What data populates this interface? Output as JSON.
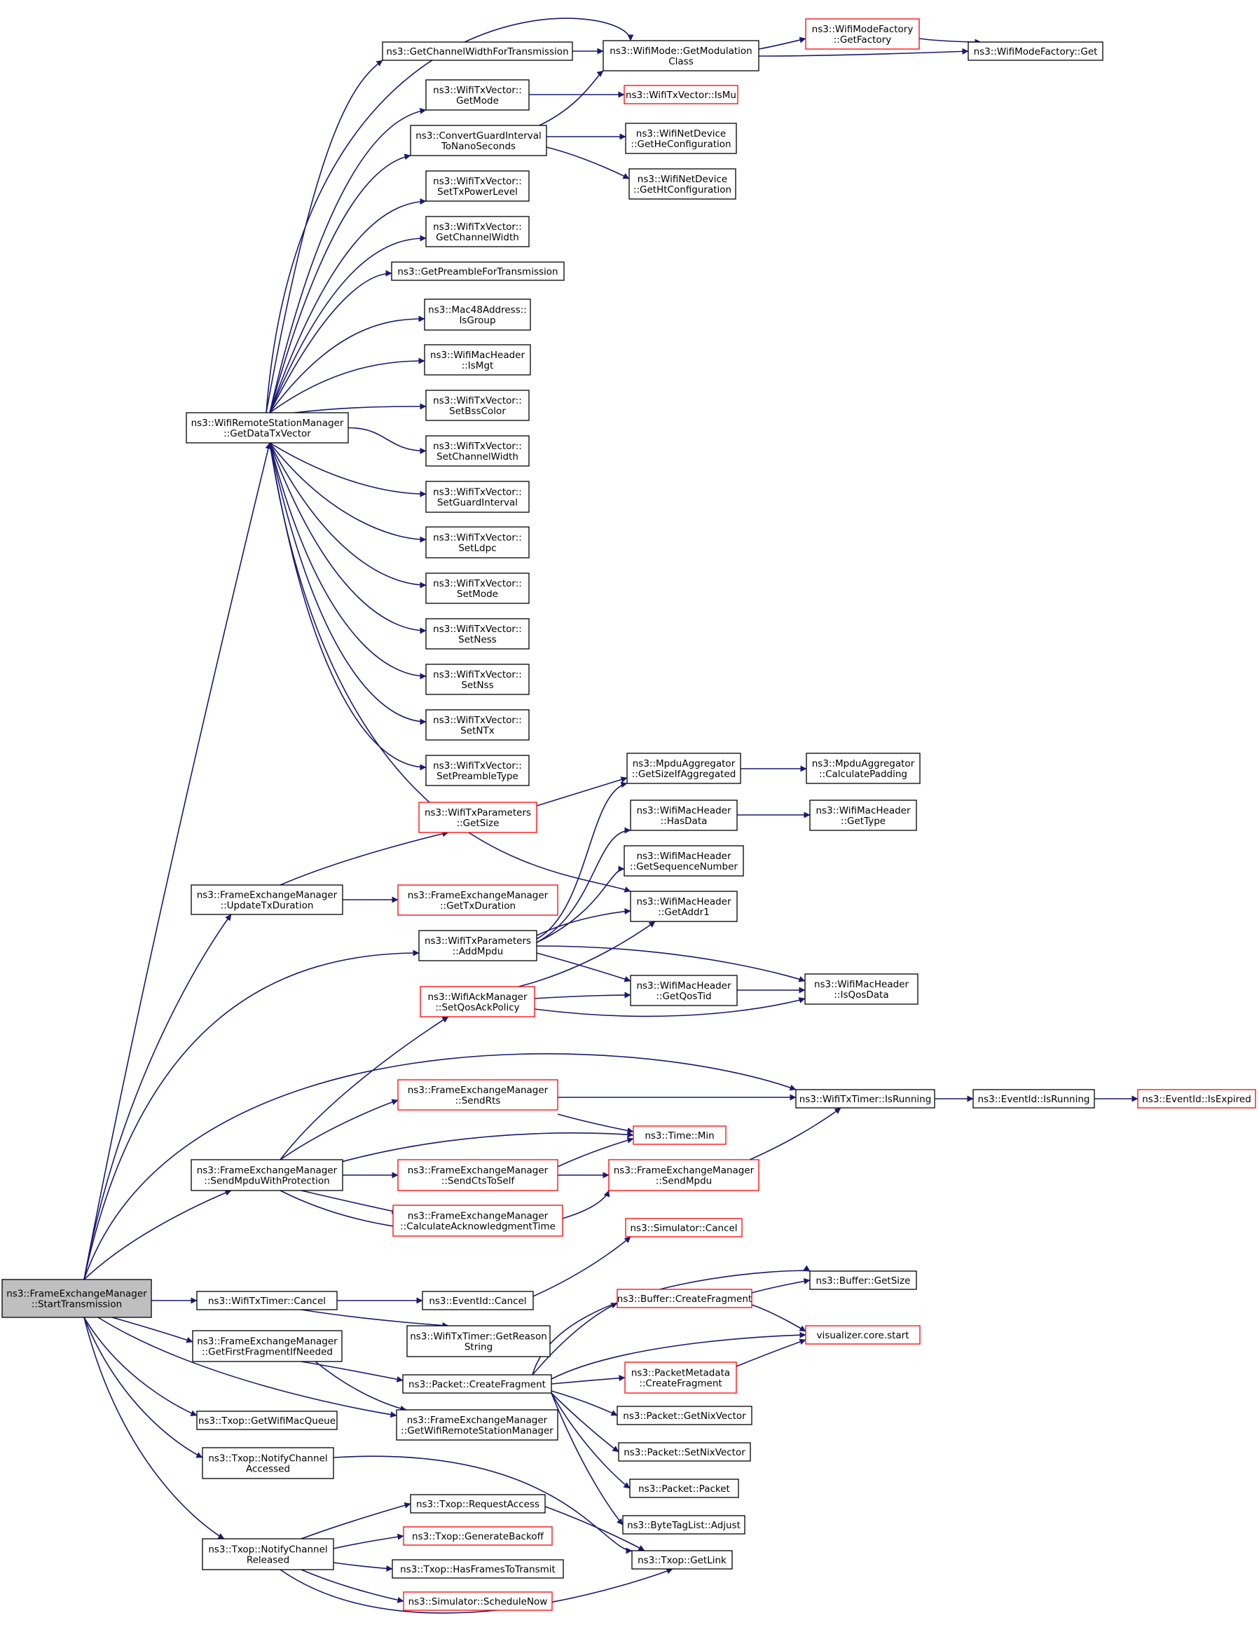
{
  "graph": {
    "edge_color": "#191970",
    "node_border_color": "#000000",
    "link_border_color": "#ff0000",
    "root_fill_color": "#bfbfbf",
    "nodes": [
      {
        "id": "root",
        "lines": [
          "ns3::FrameExchangeManager",
          "::StartTransmission"
        ],
        "style": "root"
      },
      {
        "id": "gdtv",
        "lines": [
          "ns3::WifiRemoteStationManager",
          "::GetDataTxVector"
        ]
      },
      {
        "id": "utd",
        "lines": [
          "ns3::FrameExchangeManager",
          "::UpdateTxDuration"
        ]
      },
      {
        "id": "smwp",
        "lines": [
          "ns3::FrameExchangeManager",
          "::SendMpduWithProtection"
        ]
      },
      {
        "id": "wtcancel",
        "lines": [
          "ns3::WifiTxTimer::Cancel"
        ]
      },
      {
        "id": "gffin",
        "lines": [
          "ns3::FrameExchangeManager",
          "::GetFirstFragmentIfNeeded"
        ]
      },
      {
        "id": "gwmq",
        "lines": [
          "ns3::Txop::GetWifiMacQueue"
        ]
      },
      {
        "id": "nca",
        "lines": [
          "ns3::Txop::NotifyChannel",
          "Accessed"
        ]
      },
      {
        "id": "ncr",
        "lines": [
          "ns3::Txop::NotifyChannel",
          "Released"
        ]
      },
      {
        "id": "gcwft",
        "lines": [
          "ns3::GetChannelWidthForTransmission"
        ]
      },
      {
        "id": "tvgm",
        "lines": [
          "ns3::WifiTxVector::",
          "GetMode"
        ]
      },
      {
        "id": "cgi",
        "lines": [
          "ns3::ConvertGuardInterval",
          "ToNanoSeconds"
        ]
      },
      {
        "id": "stpl",
        "lines": [
          "ns3::WifiTxVector::",
          "SetTxPowerLevel"
        ]
      },
      {
        "id": "gcw",
        "lines": [
          "ns3::WifiTxVector::",
          "GetChannelWidth"
        ]
      },
      {
        "id": "gpft",
        "lines": [
          "ns3::GetPreambleForTransmission"
        ]
      },
      {
        "id": "isg",
        "lines": [
          "ns3::Mac48Address::",
          "IsGroup"
        ]
      },
      {
        "id": "ismgt",
        "lines": [
          "ns3::WifiMacHeader",
          "::IsMgt"
        ]
      },
      {
        "id": "sbss",
        "lines": [
          "ns3::WifiTxVector::",
          "SetBssColor"
        ]
      },
      {
        "id": "scw",
        "lines": [
          "ns3::WifiTxVector::",
          "SetChannelWidth"
        ]
      },
      {
        "id": "sgi",
        "lines": [
          "ns3::WifiTxVector::",
          "SetGuardInterval"
        ]
      },
      {
        "id": "sldpc",
        "lines": [
          "ns3::WifiTxVector::",
          "SetLdpc"
        ]
      },
      {
        "id": "smode",
        "lines": [
          "ns3::WifiTxVector::",
          "SetMode"
        ]
      },
      {
        "id": "sness",
        "lines": [
          "ns3::WifiTxVector::",
          "SetNess"
        ]
      },
      {
        "id": "snss",
        "lines": [
          "ns3::WifiTxVector::",
          "SetNss"
        ]
      },
      {
        "id": "sntx",
        "lines": [
          "ns3::WifiTxVector::",
          "SetNTx"
        ]
      },
      {
        "id": "spt",
        "lines": [
          "ns3::WifiTxVector::",
          "SetPreambleType"
        ]
      },
      {
        "id": "wtpgs",
        "lines": [
          "ns3::WifiTxParameters",
          "::GetSize"
        ],
        "style": "red"
      },
      {
        "id": "gtxd",
        "lines": [
          "ns3::FrameExchangeManager",
          "::GetTxDuration"
        ],
        "style": "red"
      },
      {
        "id": "addmpdu",
        "lines": [
          "ns3::WifiTxParameters",
          "::AddMpdu"
        ]
      },
      {
        "id": "sqap",
        "lines": [
          "ns3::WifiAckManager",
          "::SetQosAckPolicy"
        ],
        "style": "red"
      },
      {
        "id": "sendrts",
        "lines": [
          "ns3::FrameExchangeManager",
          "::SendRts"
        ],
        "style": "red"
      },
      {
        "id": "scts",
        "lines": [
          "ns3::FrameExchangeManager",
          "::SendCtsToSelf"
        ],
        "style": "red"
      },
      {
        "id": "cat",
        "lines": [
          "ns3::FrameExchangeManager",
          "::CalculateAcknowledgmentTime"
        ],
        "style": "red"
      },
      {
        "id": "ecancel",
        "lines": [
          "ns3::EventId::Cancel"
        ]
      },
      {
        "id": "wtgrs",
        "lines": [
          "ns3::WifiTxTimer::GetReason",
          "String"
        ]
      },
      {
        "id": "pcf",
        "lines": [
          "ns3::Packet::CreateFragment"
        ]
      },
      {
        "id": "gwrsm",
        "lines": [
          "ns3::FrameExchangeManager",
          "::GetWifiRemoteStationManager"
        ]
      },
      {
        "id": "ra",
        "lines": [
          "ns3::Txop::RequestAccess"
        ]
      },
      {
        "id": "gb",
        "lines": [
          "ns3::Txop::GenerateBackoff"
        ],
        "style": "red"
      },
      {
        "id": "hftt",
        "lines": [
          "ns3::Txop::HasFramesToTransmit"
        ]
      },
      {
        "id": "sn",
        "lines": [
          "ns3::Simulator::ScheduleNow"
        ],
        "style": "red"
      },
      {
        "id": "gmc",
        "lines": [
          "ns3::WifiMode::GetModulation",
          "Class"
        ]
      },
      {
        "id": "ismu",
        "lines": [
          "ns3::WifiTxVector::IsMu"
        ],
        "style": "red"
      },
      {
        "id": "ghec",
        "lines": [
          "ns3::WifiNetDevice",
          "::GetHeConfiguration"
        ]
      },
      {
        "id": "ghtc",
        "lines": [
          "ns3::WifiNetDevice",
          "::GetHtConfiguration"
        ]
      },
      {
        "id": "gsia",
        "lines": [
          "ns3::MpduAggregator",
          "::GetSizeIfAggregated"
        ]
      },
      {
        "id": "hasdata",
        "lines": [
          "ns3::WifiMacHeader",
          "::HasData"
        ]
      },
      {
        "id": "gsn",
        "lines": [
          "ns3::WifiMacHeader",
          "::GetSequenceNumber"
        ]
      },
      {
        "id": "ga1",
        "lines": [
          "ns3::WifiMacHeader",
          "::GetAddr1"
        ]
      },
      {
        "id": "gqt",
        "lines": [
          "ns3::WifiMacHeader",
          "::GetQosTid"
        ]
      },
      {
        "id": "wtir",
        "lines": [
          "ns3::WifiTxTimer::IsRunning"
        ]
      },
      {
        "id": "tmin",
        "lines": [
          "ns3::Time::Min"
        ],
        "style": "red"
      },
      {
        "id": "sendmpdu",
        "lines": [
          "ns3::FrameExchangeManager",
          "::SendMpdu"
        ],
        "style": "red"
      },
      {
        "id": "scancel",
        "lines": [
          "ns3::Simulator::Cancel"
        ],
        "style": "red"
      },
      {
        "id": "bcf",
        "lines": [
          "ns3::Buffer::CreateFragment"
        ],
        "style": "red"
      },
      {
        "id": "pmcf",
        "lines": [
          "ns3::PacketMetadata",
          "::CreateFragment"
        ],
        "style": "red"
      },
      {
        "id": "gnv",
        "lines": [
          "ns3::Packet::GetNixVector"
        ]
      },
      {
        "id": "snv",
        "lines": [
          "ns3::Packet::SetNixVector"
        ]
      },
      {
        "id": "pp",
        "lines": [
          "ns3::Packet::Packet"
        ]
      },
      {
        "id": "btla",
        "lines": [
          "ns3::ByteTagList::Adjust"
        ]
      },
      {
        "id": "glink",
        "lines": [
          "ns3::Txop::GetLink"
        ]
      },
      {
        "id": "wmfgf",
        "lines": [
          "ns3::WifiModeFactory",
          "::GetFactory"
        ],
        "style": "red"
      },
      {
        "id": "wmfg",
        "lines": [
          "ns3::WifiModeFactory::Get"
        ]
      },
      {
        "id": "cpad",
        "lines": [
          "ns3::MpduAggregator",
          "::CalculatePadding"
        ]
      },
      {
        "id": "gtype",
        "lines": [
          "ns3::WifiMacHeader",
          "::GetType"
        ]
      },
      {
        "id": "isqos",
        "lines": [
          "ns3::WifiMacHeader",
          "::IsQosData"
        ]
      },
      {
        "id": "eir",
        "lines": [
          "ns3::EventId::IsRunning"
        ]
      },
      {
        "id": "bgs",
        "lines": [
          "ns3::Buffer::GetSize"
        ]
      },
      {
        "id": "vcs",
        "lines": [
          "visualizer.core.start"
        ],
        "style": "red"
      },
      {
        "id": "eiexp",
        "lines": [
          "ns3::EventId::IsExpired"
        ],
        "style": "red"
      }
    ],
    "edges": [
      [
        "root",
        "gdtv"
      ],
      [
        "root",
        "utd"
      ],
      [
        "root",
        "addmpdu"
      ],
      [
        "root",
        "wtir"
      ],
      [
        "root",
        "smwp"
      ],
      [
        "root",
        "wtcancel"
      ],
      [
        "root",
        "gffin"
      ],
      [
        "root",
        "gwrsm"
      ],
      [
        "root",
        "gwmq"
      ],
      [
        "root",
        "nca"
      ],
      [
        "root",
        "ncr"
      ],
      [
        "gdtv",
        "gcwft"
      ],
      [
        "gdtv",
        "tvgm"
      ],
      [
        "gdtv",
        "cgi"
      ],
      [
        "gdtv",
        "stpl"
      ],
      [
        "gdtv",
        "gcw"
      ],
      [
        "gdtv",
        "gpft"
      ],
      [
        "gdtv",
        "isg"
      ],
      [
        "gdtv",
        "ismgt"
      ],
      [
        "gdtv",
        "sbss"
      ],
      [
        "gdtv",
        "scw"
      ],
      [
        "gdtv",
        "sgi"
      ],
      [
        "gdtv",
        "sldpc"
      ],
      [
        "gdtv",
        "smode"
      ],
      [
        "gdtv",
        "sness"
      ],
      [
        "gdtv",
        "snss"
      ],
      [
        "gdtv",
        "sntx"
      ],
      [
        "gdtv",
        "spt"
      ],
      [
        "gdtv",
        "gmc"
      ],
      [
        "gdtv",
        "ga1"
      ],
      [
        "gcwft",
        "gmc"
      ],
      [
        "tvgm",
        "ismu"
      ],
      [
        "cgi",
        "gmc"
      ],
      [
        "cgi",
        "ghec"
      ],
      [
        "cgi",
        "ghtc"
      ],
      [
        "gmc",
        "wmfgf"
      ],
      [
        "gmc",
        "wmfg"
      ],
      [
        "wmfgf",
        "wmfg"
      ],
      [
        "utd",
        "wtpgs"
      ],
      [
        "utd",
        "gtxd"
      ],
      [
        "wtpgs",
        "gsia"
      ],
      [
        "addmpdu",
        "gsia"
      ],
      [
        "addmpdu",
        "hasdata"
      ],
      [
        "addmpdu",
        "gsn"
      ],
      [
        "addmpdu",
        "ga1"
      ],
      [
        "addmpdu",
        "gqt"
      ],
      [
        "addmpdu",
        "isqos"
      ],
      [
        "gsia",
        "cpad"
      ],
      [
        "hasdata",
        "gtype"
      ],
      [
        "sqap",
        "ga1"
      ],
      [
        "sqap",
        "gqt"
      ],
      [
        "sqap",
        "isqos"
      ],
      [
        "gqt",
        "isqos"
      ],
      [
        "smwp",
        "sqap"
      ],
      [
        "smwp",
        "sendrts"
      ],
      [
        "smwp",
        "tmin"
      ],
      [
        "smwp",
        "scts"
      ],
      [
        "smwp",
        "cat"
      ],
      [
        "smwp",
        "sendmpdu"
      ],
      [
        "sendrts",
        "wtir"
      ],
      [
        "sendrts",
        "tmin"
      ],
      [
        "scts",
        "tmin"
      ],
      [
        "scts",
        "sendmpdu"
      ],
      [
        "sendmpdu",
        "wtir"
      ],
      [
        "wtir",
        "eir"
      ],
      [
        "eir",
        "eiexp"
      ],
      [
        "wtcancel",
        "ecancel"
      ],
      [
        "wtcancel",
        "wtgrs"
      ],
      [
        "ecancel",
        "scancel"
      ],
      [
        "gffin",
        "pcf"
      ],
      [
        "gffin",
        "gwrsm"
      ],
      [
        "pcf",
        "bgs"
      ],
      [
        "pcf",
        "bcf"
      ],
      [
        "pcf",
        "vcs"
      ],
      [
        "pcf",
        "pmcf"
      ],
      [
        "pcf",
        "gnv"
      ],
      [
        "pcf",
        "snv"
      ],
      [
        "pcf",
        "pp"
      ],
      [
        "pcf",
        "btla"
      ],
      [
        "bcf",
        "bgs"
      ],
      [
        "bcf",
        "vcs"
      ],
      [
        "pmcf",
        "vcs"
      ],
      [
        "nca",
        "glink"
      ],
      [
        "ncr",
        "ra"
      ],
      [
        "ncr",
        "gb"
      ],
      [
        "ncr",
        "hftt"
      ],
      [
        "ncr",
        "sn"
      ],
      [
        "ncr",
        "glink"
      ],
      [
        "ra",
        "glink"
      ]
    ]
  }
}
